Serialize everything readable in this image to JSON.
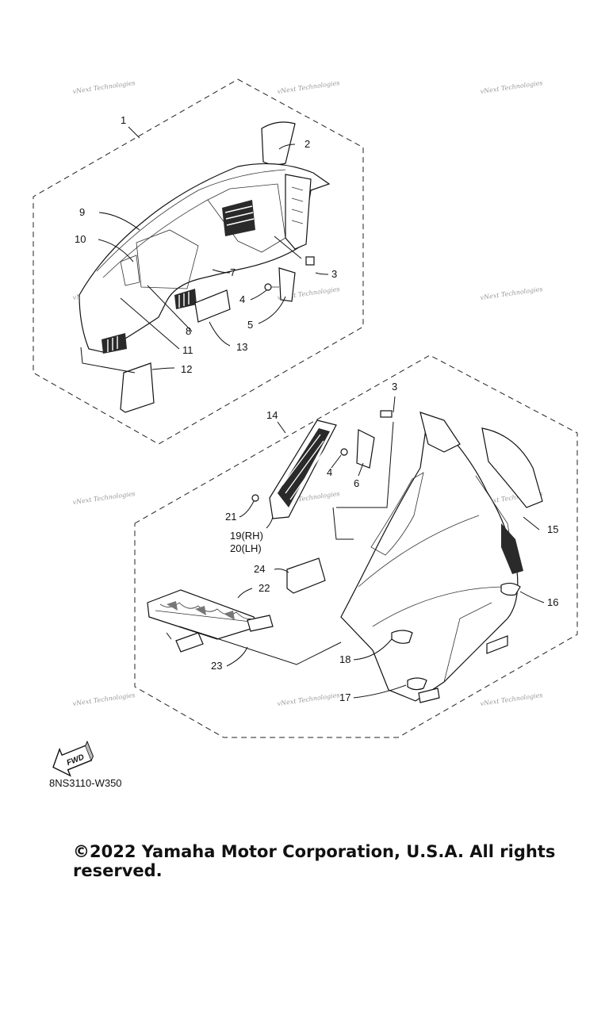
{
  "diagram": {
    "code": "8NS3110-W350",
    "copyright": "©2022 Yamaha Motor Corporation, U.S.A. All rights reserved.",
    "fwd_label": "FWD",
    "watermark": "vNext Technologies",
    "callouts": {
      "c1": "1",
      "c2": "2",
      "c3a": "3",
      "c4a": "4",
      "c5": "5",
      "c7": "7",
      "c8": "8",
      "c9": "9",
      "c10": "10",
      "c11": "11",
      "c12": "12",
      "c13": "13",
      "c3b": "3",
      "c4b": "4",
      "c6": "6",
      "c14": "14",
      "c15": "15",
      "c16": "16",
      "c17": "17",
      "c18": "18",
      "c19": "19(RH)",
      "c20": "20(LH)",
      "c21": "21",
      "c22": "22",
      "c23": "23",
      "c24": "24"
    }
  }
}
